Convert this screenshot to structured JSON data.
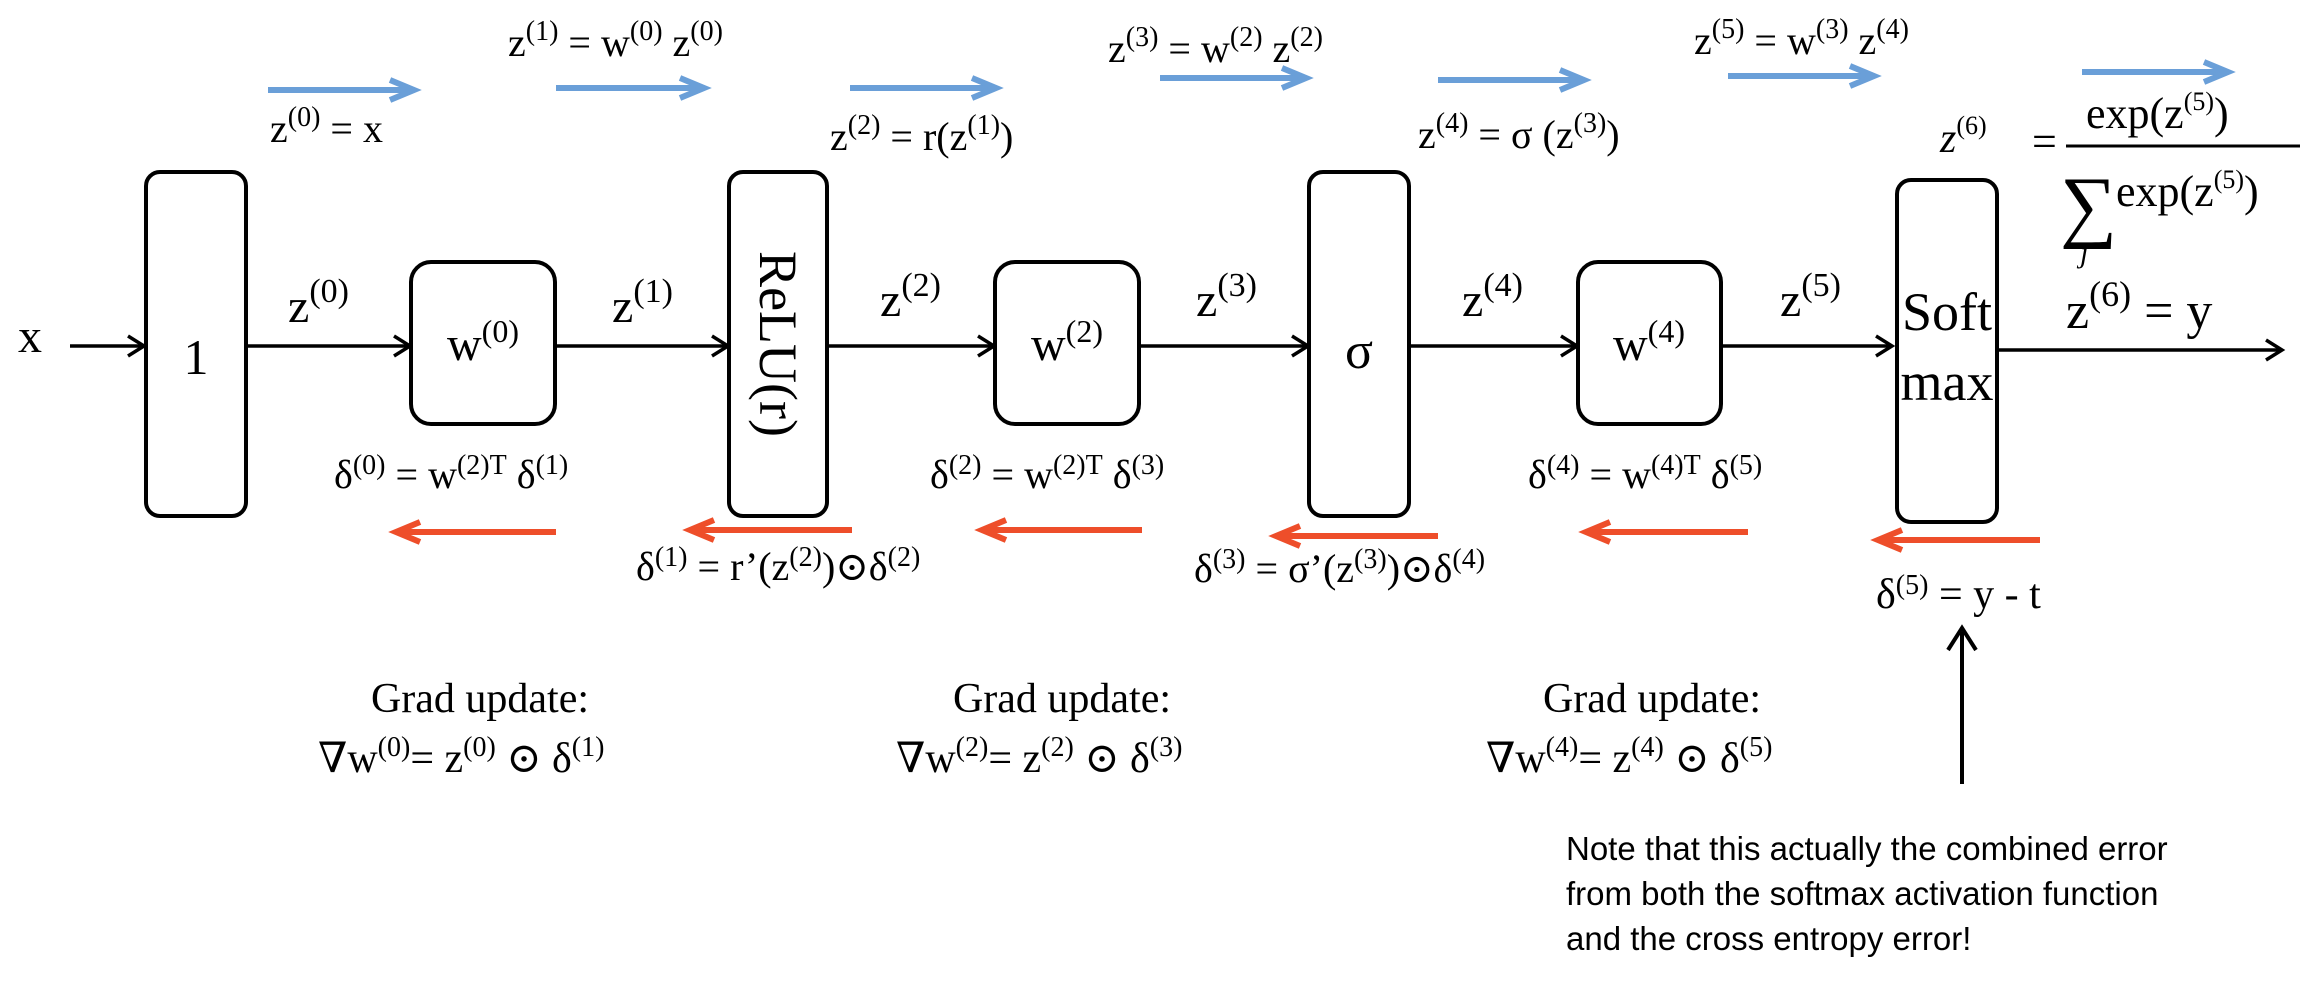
{
  "input_label": "x",
  "nodes": {
    "identity": "1",
    "w0": {
      "base": "w",
      "sup": "(0)"
    },
    "relu": "ReLU(r)",
    "w2": {
      "base": "w",
      "sup": "(2)"
    },
    "sigma": "σ",
    "w4": {
      "base": "w",
      "sup": "(4)"
    },
    "softmax_line1": "Soft",
    "softmax_line2": "max"
  },
  "edge_labels": {
    "z0": {
      "base": "z",
      "sup": "(0)"
    },
    "z1": {
      "base": "z",
      "sup": "(1)"
    },
    "z2": {
      "base": "z",
      "sup": "(2)"
    },
    "z3": {
      "base": "z",
      "sup": "(3)"
    },
    "z4": {
      "base": "z",
      "sup": "(4)"
    },
    "z5": {
      "base": "z",
      "sup": "(5)"
    },
    "z6_output": {
      "base": "z",
      "sup": "(6)",
      "rest": " = y"
    }
  },
  "forward_equations": {
    "eq0": {
      "lhs": "z",
      "lhs_sup": "(0)",
      "rhs": " = x"
    },
    "eq1": {
      "lhs": "z",
      "lhs_sup": "(1)",
      "mid": " = w",
      "mid_sup": "(0)",
      "rhs": " z",
      "rhs_sup": "(0)"
    },
    "eq2": {
      "lhs": "z",
      "lhs_sup": "(2)",
      "mid": " = r(z",
      "mid_sup": "(1)",
      "rhs": ")"
    },
    "eq3": {
      "lhs": "z",
      "lhs_sup": "(3)",
      "mid": " = w",
      "mid_sup": "(2)",
      "rhs": " z",
      "rhs_sup": "(2)"
    },
    "eq4": {
      "lhs": "z",
      "lhs_sup": "(4)",
      "mid": " = σ (z",
      "mid_sup": "(3)",
      "rhs": ")"
    },
    "eq5": {
      "lhs": "z",
      "lhs_sup": "(5)",
      "mid": " = w",
      "mid_sup": "(3)",
      "rhs": " z",
      "rhs_sup": "(4)"
    },
    "eq6": {
      "lhs": "z",
      "lhs_sup": "(6)",
      "equals": "=",
      "num": "exp(z",
      "num_sup": "(5)",
      "num_close": ")",
      "sum": "∑",
      "sum_sub": "j",
      "den": "exp(z",
      "den_sup": "(5)",
      "den_close": ")"
    }
  },
  "backward_equations": {
    "d0": {
      "a": "δ",
      "a_sup": "(0)",
      "b": " = w",
      "b_sup": "(2)T",
      "c": " δ",
      "c_sup": "(1)"
    },
    "d1": {
      "a": "δ",
      "a_sup": "(1)",
      "b": " = r’(z",
      "b_sup": "(2)",
      "c": ")⊙δ",
      "c_sup": "(2)"
    },
    "d2": {
      "a": "δ",
      "a_sup": "(2)",
      "b": " = w",
      "b_sup": "(2)T",
      "c": " δ",
      "c_sup": "(3)"
    },
    "d3": {
      "a": "δ",
      "a_sup": "(3)",
      "b": " = σ’(z",
      "b_sup": "(3)",
      "c": ")⊙δ",
      "c_sup": "(4)"
    },
    "d4": {
      "a": "δ",
      "a_sup": "(4)",
      "b": " = w",
      "b_sup": "(4)T",
      "c": " δ",
      "c_sup": "(5)"
    },
    "d5": {
      "a": "δ",
      "a_sup": "(5)",
      "b": " = y - t"
    }
  },
  "grad_updates": {
    "title": "Grad update:",
    "g0": {
      "a": "∇w",
      "a_sup": "(0)",
      "b": "= z",
      "b_sup": "(0)",
      "c": " ⊙ δ",
      "c_sup": "(1)"
    },
    "g2": {
      "a": "∇w",
      "a_sup": "(2)",
      "b": "= z",
      "b_sup": "(2)",
      "c": " ⊙ δ",
      "c_sup": "(3)"
    },
    "g4": {
      "a": "∇w",
      "a_sup": "(4)",
      "b": "= z",
      "b_sup": "(4)",
      "c": " ⊙ δ",
      "c_sup": "(5)"
    }
  },
  "note": {
    "line1": "Note that this actually the combined error",
    "line2": "from both the softmax activation function",
    "line3": "and the cross entropy error!"
  },
  "colors": {
    "forward_arrow": "#6A9FD8",
    "backward_arrow": "#EE4E2A",
    "ink": "#000000"
  }
}
